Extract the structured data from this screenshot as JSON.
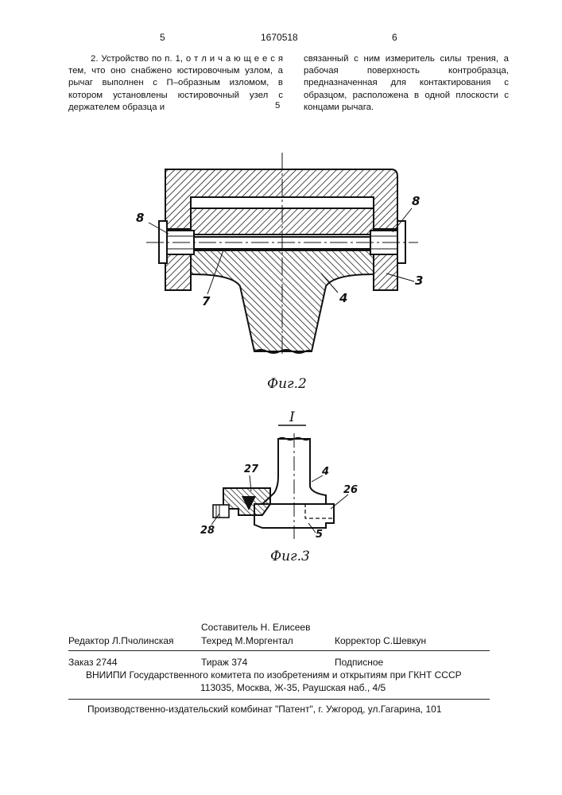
{
  "header": {
    "page_left": "5",
    "patent_number": "1670518",
    "page_right": "6"
  },
  "text": {
    "left_column": "2. Устройство по п. 1, о т л и ч а ю щ е е с я  тем, что оно снабжено юстировочным узлом, а рычаг выполнен с П–образным изломом, в котором установлены юстировочный узел с держателем образца и",
    "line_marker": "5",
    "right_column": "связанный с ним измеритель силы трения, а рабочая поверхность контробразца, предназначенная для контактирования с образцом, расположена в одной плоскости с концами рычага."
  },
  "figure2": {
    "caption": "Фиг.2",
    "labels": {
      "left_8": "8",
      "right_8": "8",
      "label_3": "3",
      "label_7": "7",
      "label_4": "4"
    }
  },
  "figure3": {
    "caption": "Фиг.3",
    "section": "I",
    "labels": {
      "label_4": "4",
      "label_27": "27",
      "label_26": "26",
      "label_28": "28",
      "label_5": "5"
    }
  },
  "footer": {
    "compiler": "Составитель Н. Елисеев",
    "editor": "Редактор Л.Пчолинская",
    "tech_editor": "Техред М.Моргентал",
    "corrector": "Корректор  С.Шевкун",
    "order": "Заказ 2744",
    "circulation": "Тираж 374",
    "subscription": "Подписное",
    "institute": "ВНИИПИ Государственного комитета по изобретениям и открытиям при ГКНТ СССР",
    "address": "113035, Москва, Ж-35, Раушская наб., 4/5",
    "publisher": "Производственно-издательский комбинат \"Патент\", г. Ужгород, ул.Гагарина, 101"
  }
}
